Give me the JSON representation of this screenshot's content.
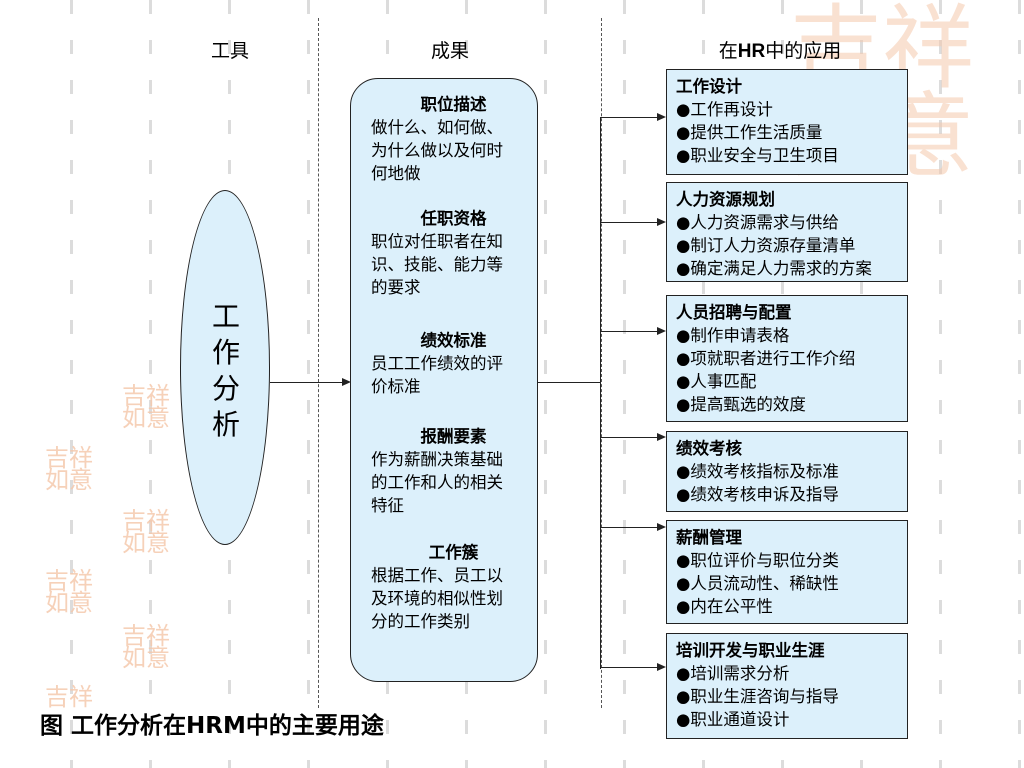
{
  "headers": {
    "tools": "工具",
    "results": "成果",
    "hr_prefix": "在",
    "hr_bold": "HR",
    "hr_suffix": "中的应用"
  },
  "tool": {
    "label": "工\n作\n分\n析"
  },
  "results": [
    {
      "title": "职位描述",
      "desc": "做什么、如何做、\n为什么做以及何时\n何地做"
    },
    {
      "title": "任职资格",
      "desc": "职位对任职者在知\n识、技能、能力等\n的要求"
    },
    {
      "title": "绩效标准",
      "desc": "员工工作绩效的评\n价标准"
    },
    {
      "title": "报酬要素",
      "desc": "作为薪酬决策基础\n的工作和人的相关\n特征"
    },
    {
      "title": "工作簇",
      "desc": "根据工作、员工以\n及环境的相似性划\n分的工作类别"
    }
  ],
  "applications": [
    {
      "title": "工作设计",
      "items": [
        "●工作再设计",
        "●提供工作生活质量",
        "●职业安全与卫生项目"
      ]
    },
    {
      "title": "人力资源规划",
      "items": [
        "●人力资源需求与供给",
        "●制订人力资源存量清单",
        "●确定满足人力需求的方案"
      ]
    },
    {
      "title": "人员招聘与配置",
      "items": [
        "●制作申请表格",
        "●项就职者进行工作介绍",
        "●人事匹配",
        "●提高甄选的效度"
      ]
    },
    {
      "title": "绩效考核",
      "items": [
        "●绩效考核指标及标准",
        "●绩效考核申诉及指导"
      ]
    },
    {
      "title": "薪酬管理",
      "items": [
        "●职位评价与职位分类",
        "●人员流动性、稀缺性",
        "●内在公平性"
      ]
    },
    {
      "title": "培训开发与职业生涯",
      "items": [
        "●培训需求分析",
        "●职业生涯咨询与指导",
        "●职业通道设计"
      ]
    }
  ],
  "caption": "图  工作分析在HRM中的主要用途",
  "colors": {
    "box_fill": "#dcf0fb",
    "stroke": "#222222",
    "watermark": "#f5c9ad"
  }
}
